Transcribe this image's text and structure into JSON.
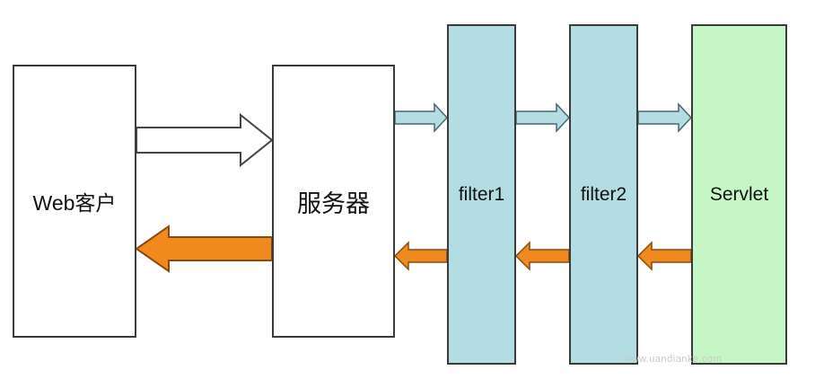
{
  "nodes": {
    "web_client": "Web客户",
    "server": "服务器",
    "filter1": "filter1",
    "filter2": "filter2",
    "servlet": "Servlet"
  },
  "colors": {
    "filter_fill": "#b4dde3",
    "servlet_fill": "#c6f5c6",
    "box_border": "#3a3a3a",
    "request_arrow_fill": "#ffffff",
    "forward_arrow_fill": "#b4dde3",
    "response_arrow_fill": "#f08a1e",
    "response_arrow_stroke": "#8a4a10"
  },
  "watermark": "www.uandianke.com"
}
